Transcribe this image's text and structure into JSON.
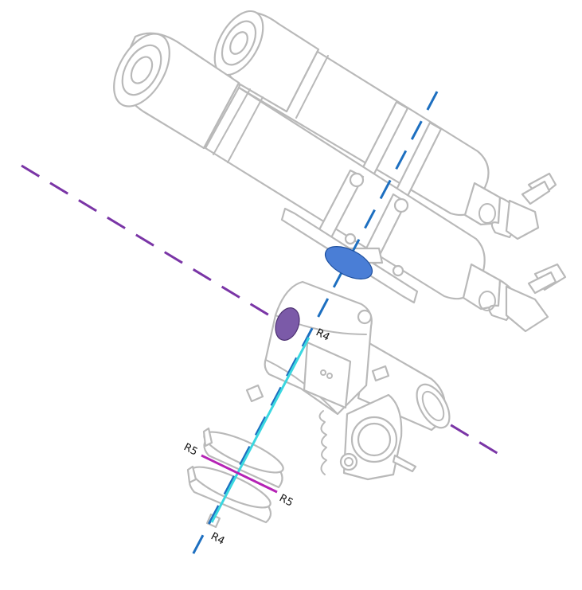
{
  "labels": {
    "r4_top": "R4",
    "r4_bottom": "R4",
    "r5_left": "R5",
    "r5_right": "R5"
  },
  "colors": {
    "outline": "#b9b9b9",
    "dec_axis_dash": "#7a35a6",
    "polar_axis_dash": "#1d6fc0",
    "polar_ellipse": "#4a7ed6",
    "dec_ellipse": "#7b5aa8",
    "counterweight_shaft": "#3ad7e0",
    "weight_bar": "#b522b5"
  },
  "icons": {
    "telescope_main": "refractor-telescope-icon",
    "telescope_guide": "guide-scope-icon",
    "mount": "equatorial-mount-icon",
    "counterweights": "counterweight-icon"
  }
}
